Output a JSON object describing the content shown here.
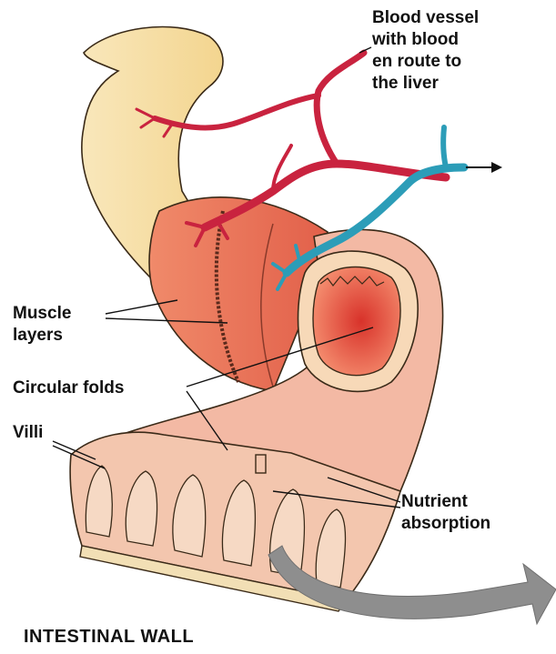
{
  "labels": {
    "blood_vessel": "Blood vessel\nwith blood\nen route to\nthe liver",
    "muscle_layers": "Muscle\nlayers",
    "circular_folds": "Circular folds",
    "villi": "Villi",
    "nutrient_absorption": "Nutrient\nabsorption",
    "title": "INTESTINAL WALL"
  },
  "colors": {
    "outer_tube": "#f7dfa6",
    "muscle": "#e8826a",
    "mucosa": "#f2b3a1",
    "lumen": "#e94f3c",
    "artery": "#c9233f",
    "vein": "#2c9db8",
    "base_layer": "#f2dfb5",
    "arrow": "#8e8e8e"
  }
}
